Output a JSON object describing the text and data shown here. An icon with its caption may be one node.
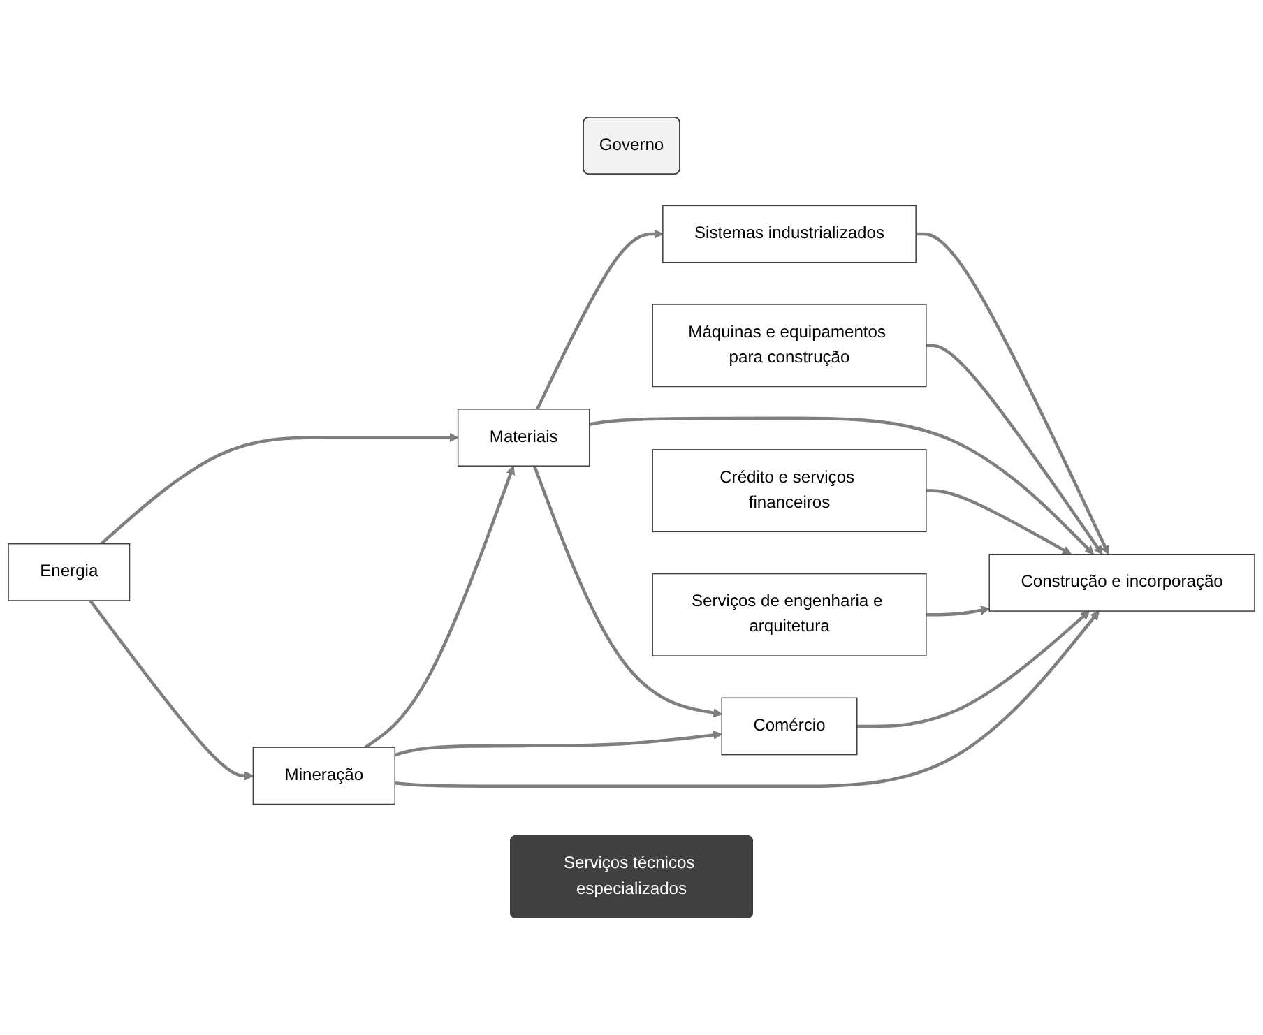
{
  "diagram": {
    "nodes": [
      {
        "text": [
          "Governo"
        ]
      },
      {
        "text": [
          "Sistemas industrializados"
        ]
      },
      {
        "text": [
          "Materiais"
        ]
      },
      {
        "text": [
          "Máquinas e equipamentos para construção"
        ]
      },
      {
        "text": [
          "Energia"
        ]
      },
      {
        "text": [
          "Comércio"
        ]
      },
      {
        "text": [
          "Construção e incorporação"
        ]
      },
      {
        "text": [
          "Crédito e serviços financeiros"
        ]
      },
      {
        "text": [
          "Mineração"
        ]
      },
      {
        "text": [
          "Serviços de engenharia e arquitetura"
        ]
      },
      {
        "text": [
          "Serviços técnicos especializados"
        ]
      }
    ],
    "edges": [
      {
        "from": 4,
        "to": 2,
        "arrow": "to"
      },
      {
        "from": 4,
        "to": 8,
        "arrow": "to"
      },
      {
        "from": 2,
        "to": 1,
        "arrow": "to"
      },
      {
        "from": 2,
        "to": 6,
        "arrow": "to"
      },
      {
        "from": 8,
        "to": 2,
        "arrow": "to"
      },
      {
        "from": 2,
        "to": 5,
        "arrow": "to"
      },
      {
        "from": 8,
        "to": 5,
        "arrow": "to"
      },
      {
        "from": 5,
        "to": 6,
        "arrow": "to"
      },
      {
        "from": 8,
        "to": 6,
        "arrow": "to"
      },
      {
        "from": 1,
        "to": 6,
        "arrow": "to"
      },
      {
        "from": 3,
        "to": 6,
        "arrow": "to"
      },
      {
        "from": 7,
        "to": 6,
        "arrow": "to"
      },
      {
        "from": 9,
        "to": 6,
        "arrow": "to"
      }
    ]
  }
}
